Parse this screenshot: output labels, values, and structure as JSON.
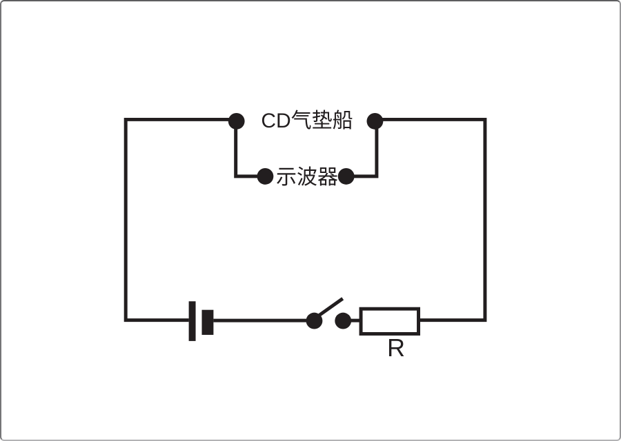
{
  "page": {
    "background": "#ffffff",
    "frame_border_colors": {
      "top": "#5d5d5f",
      "left": "#757577",
      "right": "#98989a",
      "bottom": "#b3b3b5"
    }
  },
  "circuit": {
    "line_color": "#221e1f",
    "labels": {
      "hovercraft": "CD气垫船",
      "oscilloscope": "示波器",
      "resistor": "R"
    },
    "icons": {
      "battery": "battery-cell-icon",
      "switch": "open-switch-icon",
      "resistor": "resistor-box-icon",
      "terminals": "terminal-dot-icon"
    }
  }
}
